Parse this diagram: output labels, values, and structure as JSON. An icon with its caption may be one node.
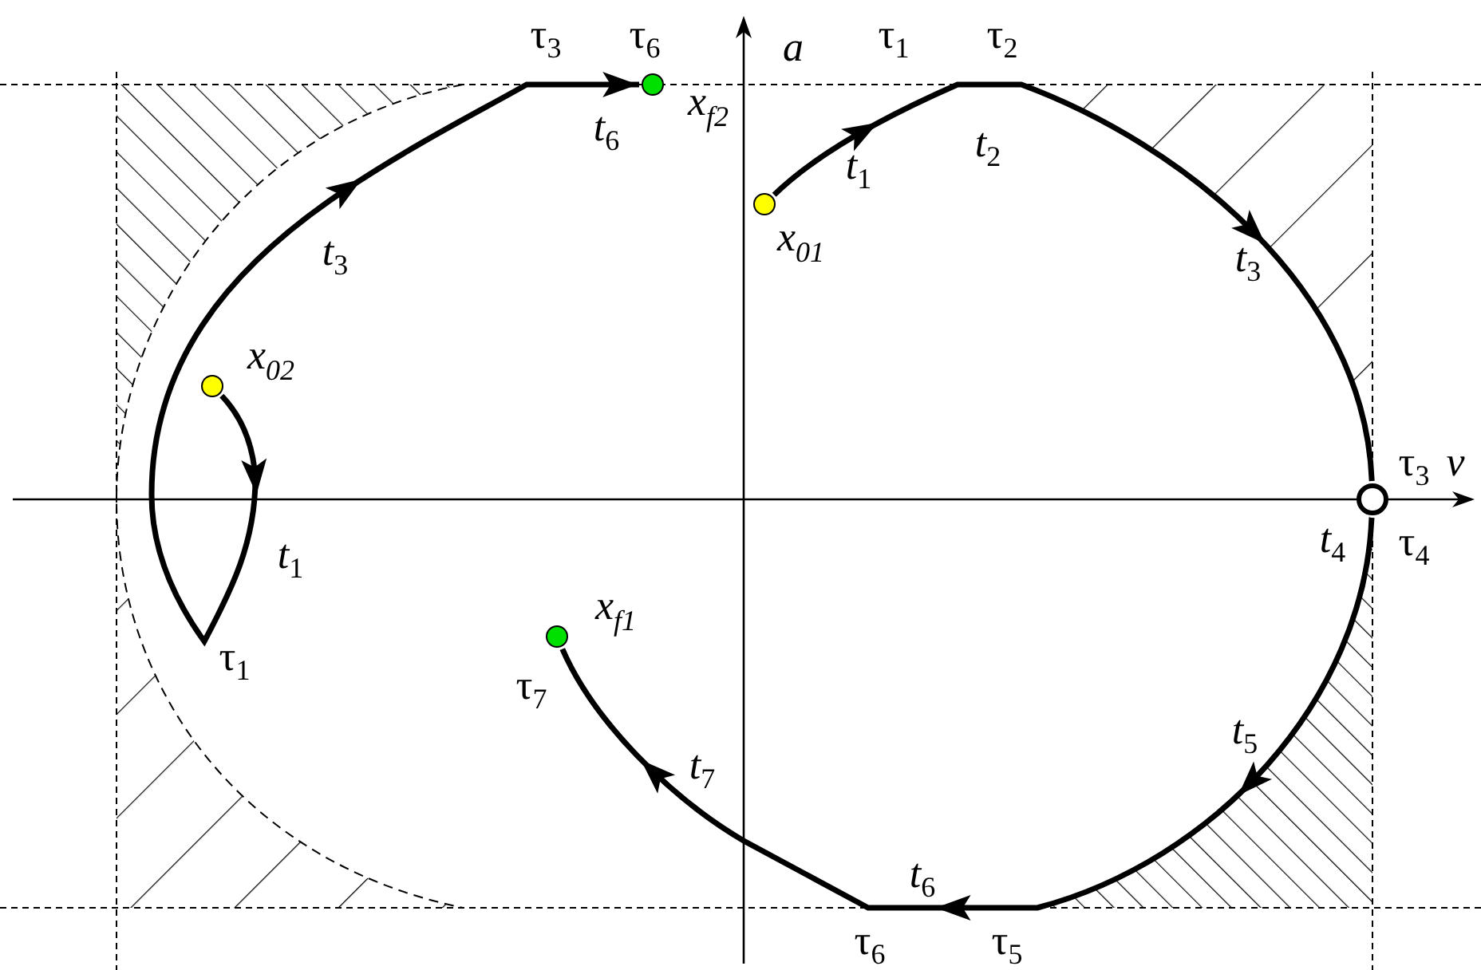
{
  "diagram": {
    "nodes": [
      {
        "text": [
          "x$_{f2}$"
        ]
      },
      {
        "text": [
          "x$_{01}$"
        ]
      },
      {
        "text": [
          "x$_{02}$"
        ]
      },
      {
        "text": [],
        "shape": "circle"
      },
      {
        "text": [
          "x$_{f1}$"
        ]
      }
    ],
    "edges": [
      {
        "from": 1,
        "to": 3,
        "arrow": "to"
      },
      {
        "from": 3,
        "to": 4,
        "arrow": "to"
      },
      {
        "from": 2,
        "to": 0,
        "arrow": "to"
      }
    ],
    "labels": [
      "τ$_{3}$",
      "τ$_{6}$",
      "a",
      "τ$_{1}$",
      "τ$_{2}$",
      "*t*$_{6}$",
      "*t*$_{1}$",
      "*t*$_{2}$",
      "*t*$_{3}$",
      "*t*$_{3}$",
      "τ$_{3}$",
      "v",
      "*t*$_{1}$",
      "*t*$_{4}$",
      "τ$_{4}$",
      "τ$_{1}$",
      "τ$_{7}$",
      "*t*$_{5}$",
      "*t*$_{7}$",
      "*t*$_{6}$",
      "τ$_{6}$",
      "τ$_{5}$"
    ]
  }
}
